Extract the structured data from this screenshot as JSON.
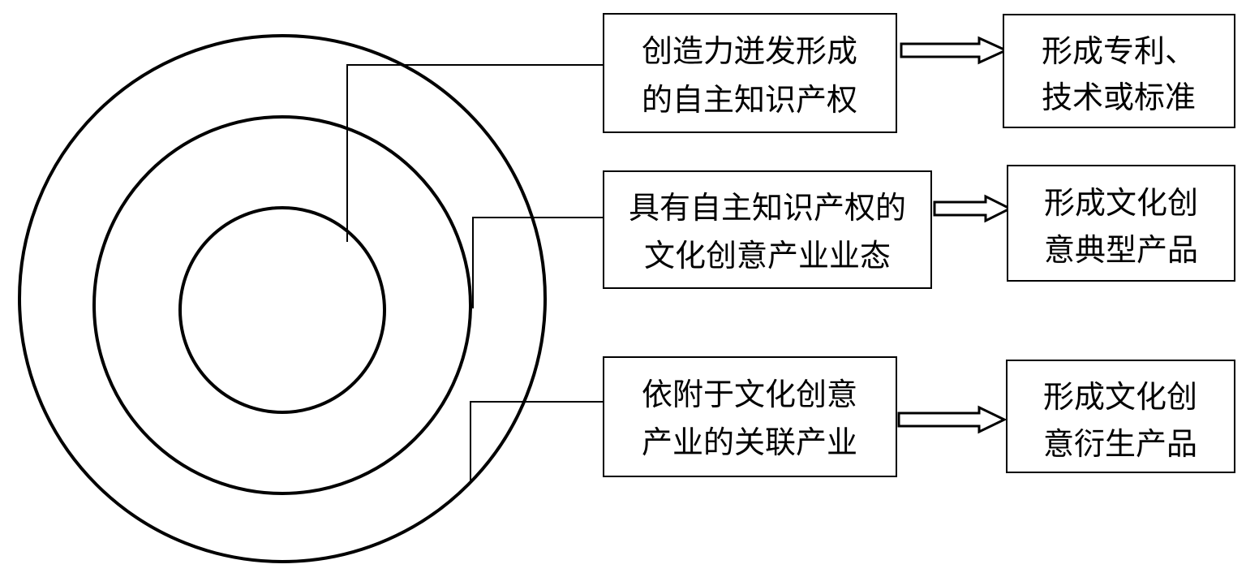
{
  "diagram": {
    "colors": {
      "stroke": "#000000",
      "background": "#ffffff"
    },
    "rings": [
      "outer-ring",
      "middle-ring",
      "inner-ring"
    ],
    "rows": [
      {
        "layer_box": {
          "line1": "创造力迸发形成",
          "line2": "的自主知识产权"
        },
        "result_box": {
          "line1": "形成专利、",
          "line2": "技术或标准"
        }
      },
      {
        "layer_box": {
          "line1": "具有自主知识产权的",
          "line2": "文化创意产业业态"
        },
        "result_box": {
          "line1": "形成文化创",
          "line2": "意典型产品"
        }
      },
      {
        "layer_box": {
          "line1": "依附于文化创意",
          "line2": "产业的关联产业"
        },
        "result_box": {
          "line1": "形成文化创",
          "line2": "意衍生产品"
        }
      }
    ]
  }
}
